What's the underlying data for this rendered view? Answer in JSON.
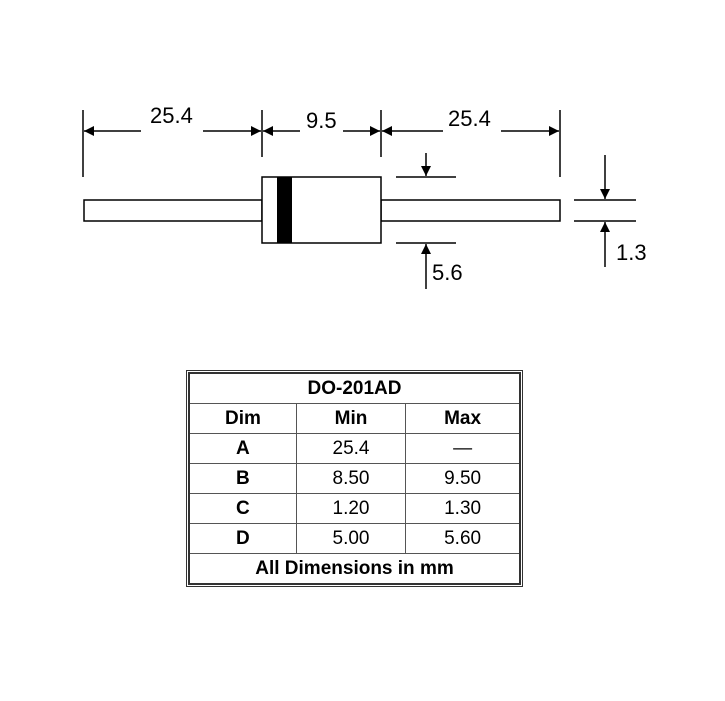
{
  "diagram": {
    "labels": {
      "lead_length_left": "25.4",
      "body_length": "9.5",
      "lead_length_right": "25.4",
      "body_diameter": "5.6",
      "lead_diameter": "1.3"
    },
    "colors": {
      "line": "#000000",
      "band": "#000000",
      "background": "#ffffff"
    }
  },
  "table": {
    "title": "DO-201AD",
    "headers": [
      "Dim",
      "Min",
      "Max"
    ],
    "rows": [
      [
        "A",
        "25.4",
        "—"
      ],
      [
        "B",
        "8.50",
        "9.50"
      ],
      [
        "C",
        "1.20",
        "1.30"
      ],
      [
        "D",
        "5.00",
        "5.60"
      ]
    ],
    "footer": "All Dimensions in mm"
  }
}
